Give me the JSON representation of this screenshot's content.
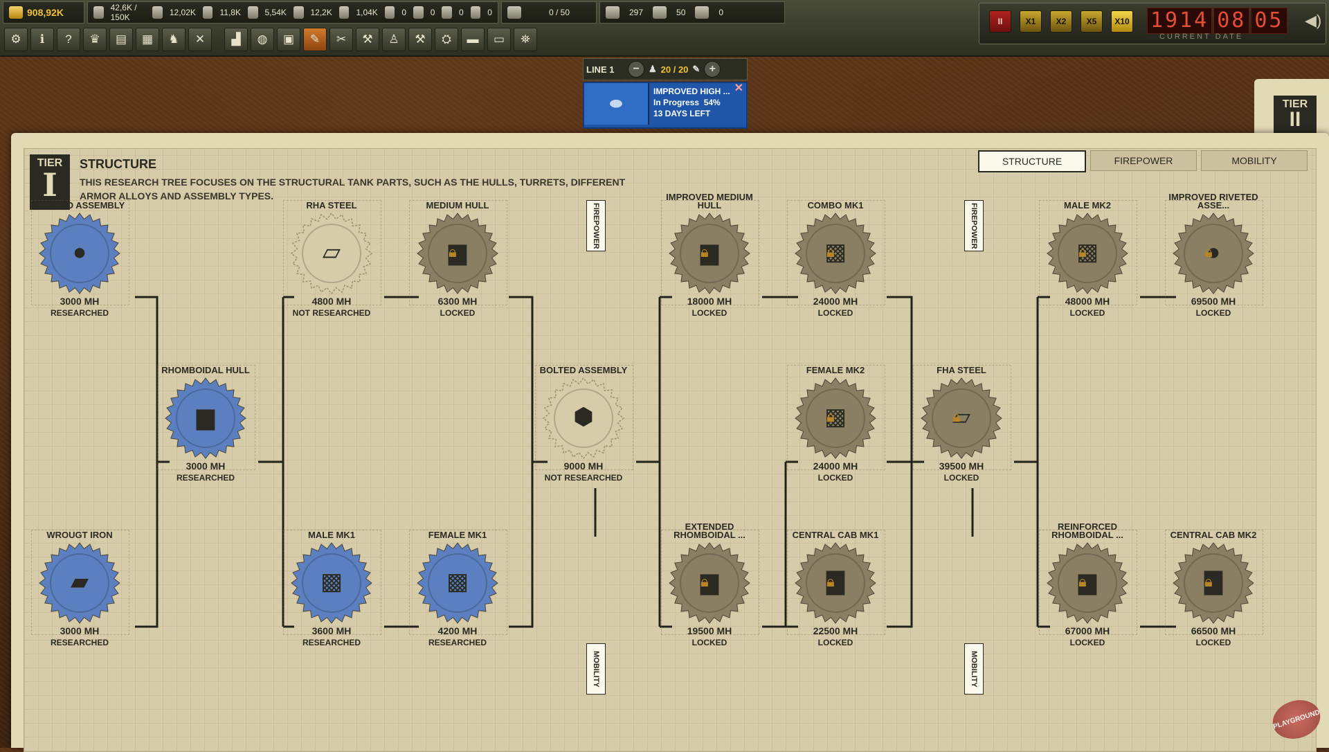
{
  "topbar": {
    "money": "908,92K",
    "resources": [
      {
        "name": "steel-stock-icon",
        "value": "42,6K / 150K"
      },
      {
        "name": "plate-icon",
        "value": "12,02K"
      },
      {
        "name": "gear-parts-icon",
        "value": "11,8K"
      },
      {
        "name": "rubber-icon",
        "value": "5,54K"
      },
      {
        "name": "bars-icon",
        "value": "12,2K"
      },
      {
        "name": "fuel-icon",
        "value": "1,04K"
      },
      {
        "name": "ammo-icon",
        "value": "0"
      },
      {
        "name": "oil-icon",
        "value": "0"
      },
      {
        "name": "armor-icon",
        "value": "0"
      },
      {
        "name": "crate-icon",
        "value": "0"
      }
    ],
    "vehicles": "0 / 50",
    "workers": "297",
    "engineers": "50",
    "officers": "0",
    "speed": {
      "pause": "II",
      "x1": "X1",
      "x2": "X2",
      "x5": "X5",
      "x10": "X10"
    },
    "date": {
      "year": "1914",
      "month": "08",
      "day": "05",
      "label": "CURRENT DATE"
    }
  },
  "line": {
    "label": "LINE 1",
    "count": "20 / 20",
    "item": "IMPROVED HIGH ...",
    "progress_text": "In Progress",
    "progress": "54%",
    "days": "13 DAYS LEFT"
  },
  "panel": {
    "tier_label": "TIER",
    "tier_num": "I",
    "title": "STRUCTURE",
    "description": "THIS RESEARCH TREE FOCUSES ON THE STRUCTURAL TANK PARTS, SUCH AS THE HULLS, TURRETS, DIFFERENT ARMOR ALLOYS AND ASSEMBLY TYPES.",
    "tabs": [
      "STRUCTURE",
      "FIREPOWER",
      "MOBILITY"
    ],
    "tier2_label": "TIER",
    "tier2_num": "II"
  },
  "tags": {
    "firepower": "FIREPOWER",
    "mobility": "MOBILITY"
  },
  "nodes": [
    {
      "id": "riveted-assembly",
      "name": "RIVETED ASSEMBLY",
      "mh": "3000 MH",
      "status": "RESEARCHED",
      "state": "researched",
      "icon": "rivet-icon"
    },
    {
      "id": "wrought-iron",
      "name": "WROUGT IRON",
      "mh": "3000 MH",
      "status": "RESEARCHED",
      "state": "researched",
      "icon": "iron-plate-icon"
    },
    {
      "id": "rhomboidal-hull",
      "name": "RHOMBOIDAL HULL",
      "mh": "3000 MH",
      "status": "RESEARCHED",
      "state": "researched",
      "icon": "hull-icon"
    },
    {
      "id": "rha-steel",
      "name": "RHA STEEL",
      "mh": "4800 MH",
      "status": "NOT RESEARCHED",
      "state": "available",
      "icon": "steel-plate-icon"
    },
    {
      "id": "male-mk1",
      "name": "MALE MK1",
      "mh": "3600 MH",
      "status": "RESEARCHED",
      "state": "researched",
      "icon": "sponson-icon"
    },
    {
      "id": "medium-hull",
      "name": "MEDIUM  HULL",
      "mh": "6300 MH",
      "status": "LOCKED",
      "state": "locked",
      "icon": "hull-icon"
    },
    {
      "id": "female-mk1",
      "name": "FEMALE MK1",
      "mh": "4200 MH",
      "status": "RESEARCHED",
      "state": "researched",
      "icon": "sponson-icon"
    },
    {
      "id": "bolted-assembly",
      "name": "BOLTED ASSEMBLY",
      "mh": "9000 MH",
      "status": "NOT RESEARCHED",
      "state": "available",
      "icon": "bolt-icon"
    },
    {
      "id": "improved-medium-hull",
      "name": "IMPROVED MEDIUM  HULL",
      "mh": "18000 MH",
      "status": "LOCKED",
      "state": "locked",
      "icon": "hull-icon"
    },
    {
      "id": "extended-rhomboidal",
      "name": "EXTENDED RHOMBOIDAL ...",
      "mh": "19500 MH",
      "status": "LOCKED",
      "state": "locked",
      "icon": "hull-icon"
    },
    {
      "id": "combo-mk1",
      "name": "COMBO MK1",
      "mh": "24000 MH",
      "status": "LOCKED",
      "state": "locked",
      "icon": "sponson-icon"
    },
    {
      "id": "female-mk2",
      "name": "FEMALE MK2",
      "mh": "24000 MH",
      "status": "LOCKED",
      "state": "locked",
      "icon": "sponson-icon"
    },
    {
      "id": "central-cab-mk1",
      "name": "CENTRAL CAB MK1",
      "mh": "22500 MH",
      "status": "LOCKED",
      "state": "locked",
      "icon": "cab-icon"
    },
    {
      "id": "fha-steel",
      "name": "FHA STEEL",
      "mh": "39500 MH",
      "status": "LOCKED",
      "state": "locked",
      "icon": "steel-plate-icon"
    },
    {
      "id": "male-mk2",
      "name": "MALE MK2",
      "mh": "48000 MH",
      "status": "LOCKED",
      "state": "locked",
      "icon": "sponson-icon"
    },
    {
      "id": "reinforced-rhomboidal",
      "name": "REINFORCED RHOMBOIDAL ...",
      "mh": "67000 MH",
      "status": "LOCKED",
      "state": "locked",
      "icon": "hull-icon"
    },
    {
      "id": "improved-riveted-assembly",
      "name": "IMPROVED RIVETED ASSE...",
      "mh": "69500 MH",
      "status": "LOCKED",
      "state": "locked",
      "icon": "rivet-icon"
    },
    {
      "id": "central-cab-mk2",
      "name": "CENTRAL CAB MK2",
      "mh": "66500 MH",
      "status": "LOCKED",
      "state": "locked",
      "icon": "cab-icon"
    }
  ],
  "colors": {
    "researched": "#5b7fbf",
    "locked": "#8a7f63",
    "available": "#d7ccaa",
    "accent": "#d27b2c"
  },
  "watermark": "PLAYGROUND"
}
